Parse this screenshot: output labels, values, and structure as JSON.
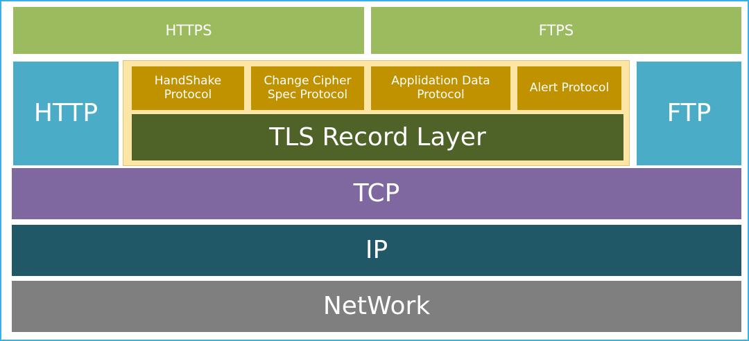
{
  "colors": {
    "frame_border": "#36b0e8",
    "secure_app": "#9cbb5f",
    "plain_app": "#4aacc6",
    "tls_container": "#fde6a5",
    "tls_subprotocol": "#c09200",
    "tls_record": "#4f6228",
    "tcp": "#7f67a0",
    "ip": "#205867",
    "network": "#7f7f7f"
  },
  "secure_protocols": {
    "https": "HTTPS",
    "ftps": "FTPS"
  },
  "application_protocols": {
    "http": "HTTP",
    "ftp": "FTP"
  },
  "tls": {
    "subprotocols": {
      "handshake": "HandShake\nProtocol",
      "change_cipher_spec": "Change Cipher\nSpec Protocol",
      "application_data": "Applidation Data\nProtocol",
      "alert": "Alert Protocol"
    },
    "record_layer": "TLS Record Layer"
  },
  "transport": "TCP",
  "internet": "IP",
  "link": "NetWork"
}
